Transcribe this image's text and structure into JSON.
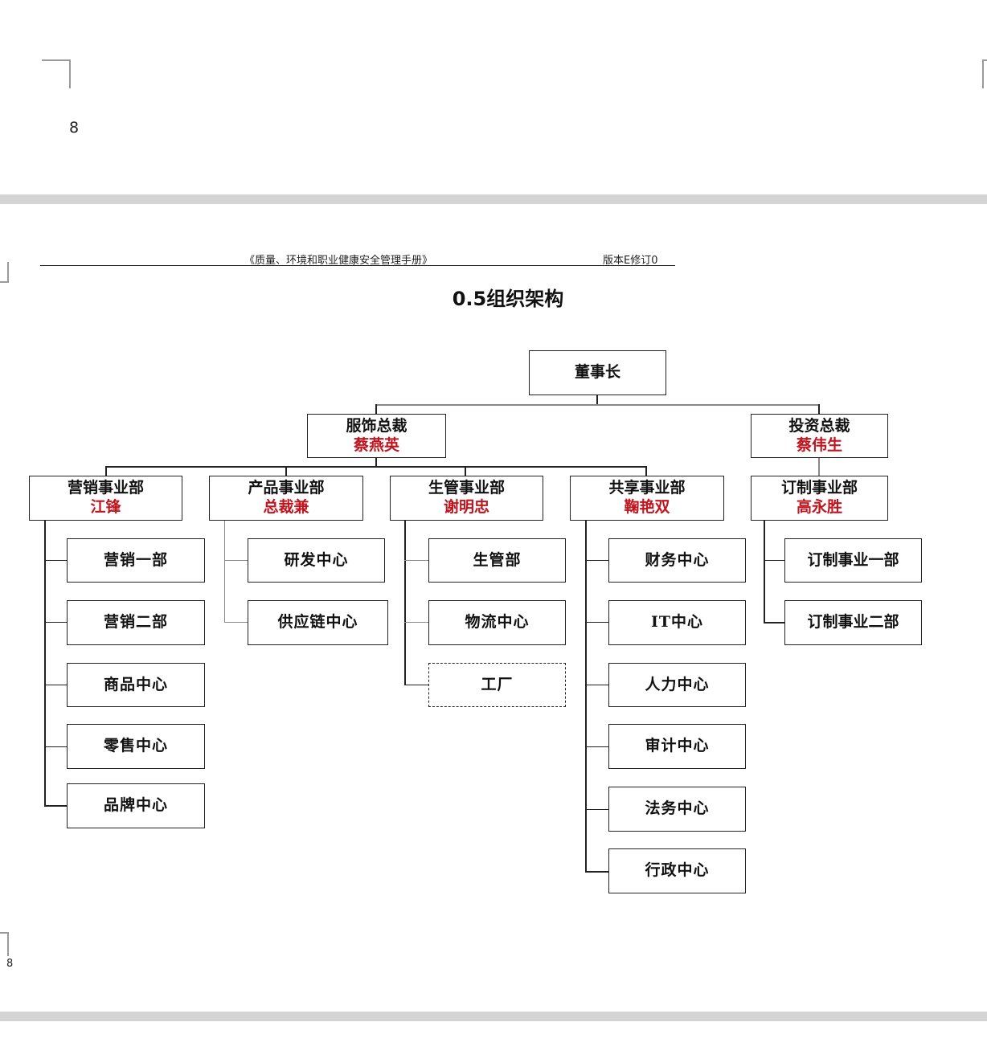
{
  "page": {
    "top_page_number": "8",
    "bottom_page_number": "8"
  },
  "header": {
    "doc_title": "《质量、环境和职业健康安全管理手册》",
    "version": "版本E修订0"
  },
  "section_title": "0.5组织架构",
  "org": {
    "chairman": "董事长",
    "apparel_president": {
      "title": "服饰总裁",
      "person": "蔡燕英"
    },
    "investment_president": {
      "title": "投资总裁",
      "person": "蔡伟生"
    },
    "divisions": [
      {
        "title": "营销事业部",
        "person": "江锋",
        "units": [
          "营销一部",
          "营销二部",
          "商品中心",
          "零售中心",
          "品牌中心"
        ]
      },
      {
        "title": "产品事业部",
        "person": "总裁兼",
        "units": [
          "研发中心",
          "供应链中心"
        ]
      },
      {
        "title": "生管事业部",
        "person": "谢明忠",
        "units": [
          "生管部",
          "物流中心",
          "工厂"
        ]
      },
      {
        "title": "共享事业部",
        "person": "鞠艳双",
        "units": [
          "财务中心",
          "IT中心",
          "人力中心",
          "审计中心",
          "法务中心",
          "行政中心"
        ]
      },
      {
        "title": "订制事业部",
        "person": "高永胜",
        "units": [
          "订制事业一部",
          "订制事业二部"
        ]
      }
    ]
  }
}
